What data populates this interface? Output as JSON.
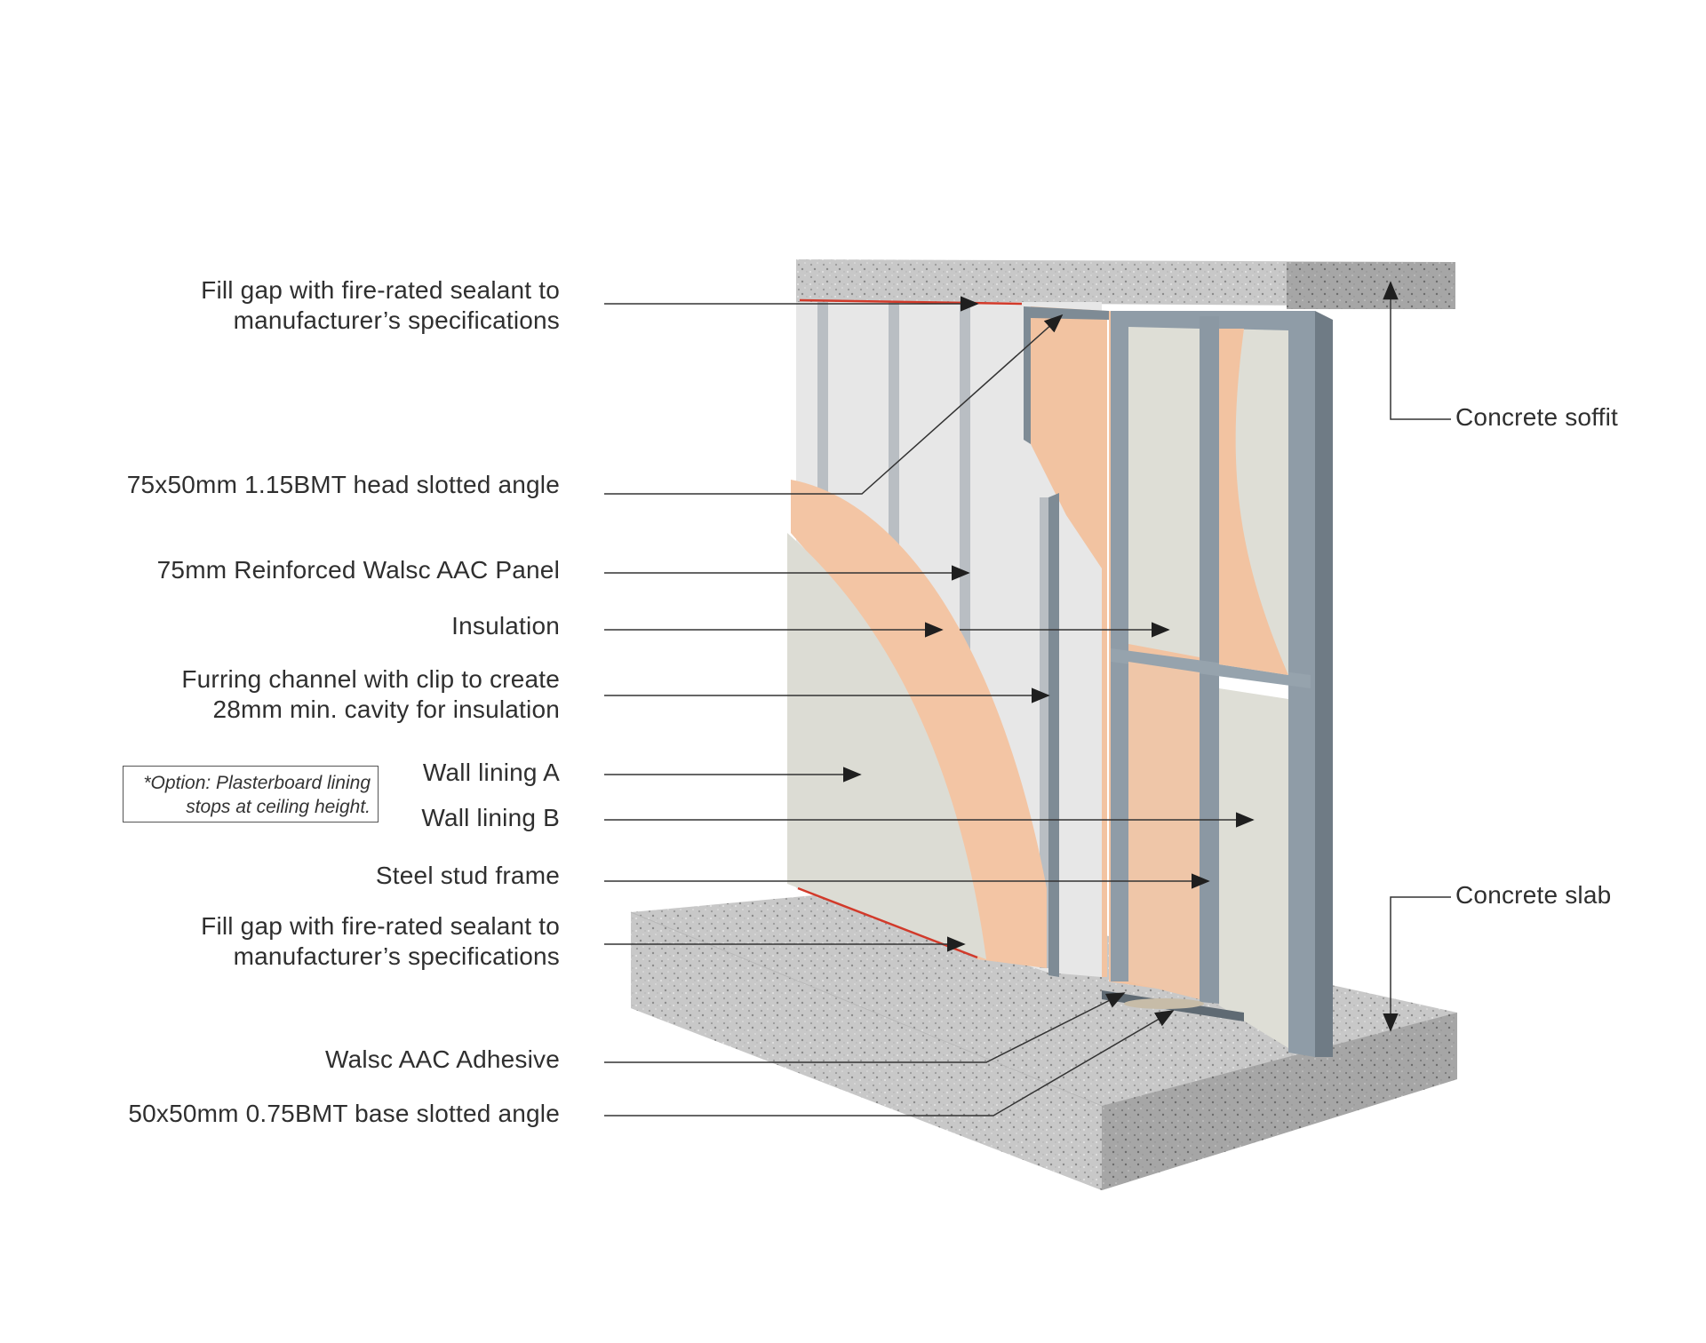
{
  "labels": {
    "sealant_top": "Fill gap with fire-rated sealant to\nmanufacturer’s specifications",
    "head_angle": "75x50mm 1.15BMT head slotted angle",
    "aac_panel": "75mm Reinforced Walsc AAC Panel",
    "insulation": "Insulation",
    "furring": "Furring channel with clip to create\n28mm min. cavity for insulation",
    "lining_a": "Wall lining A",
    "lining_b": "Wall lining B",
    "stud_frame": "Steel stud frame",
    "sealant_bottom": "Fill gap with fire-rated sealant to\nmanufacturer’s specifications",
    "adhesive": "Walsc AAC Adhesive",
    "base_angle": "50x50mm  0.75BMT base slotted angle",
    "concrete_soffit": "Concrete soffit",
    "concrete_slab": "Concrete slab"
  },
  "note": "*Option: Plasterboard lining\nstops at ceiling height.",
  "colors": {
    "concrete": "#c9c9c9",
    "concrete_dark": "#a9a9a9",
    "aac_panel": "#e6e6e6",
    "insulation": "#f1c4a3",
    "lining": "#ddddd5",
    "steel": "#8e9ba6",
    "sealant": "#d23a2a",
    "leader": "#333333"
  }
}
